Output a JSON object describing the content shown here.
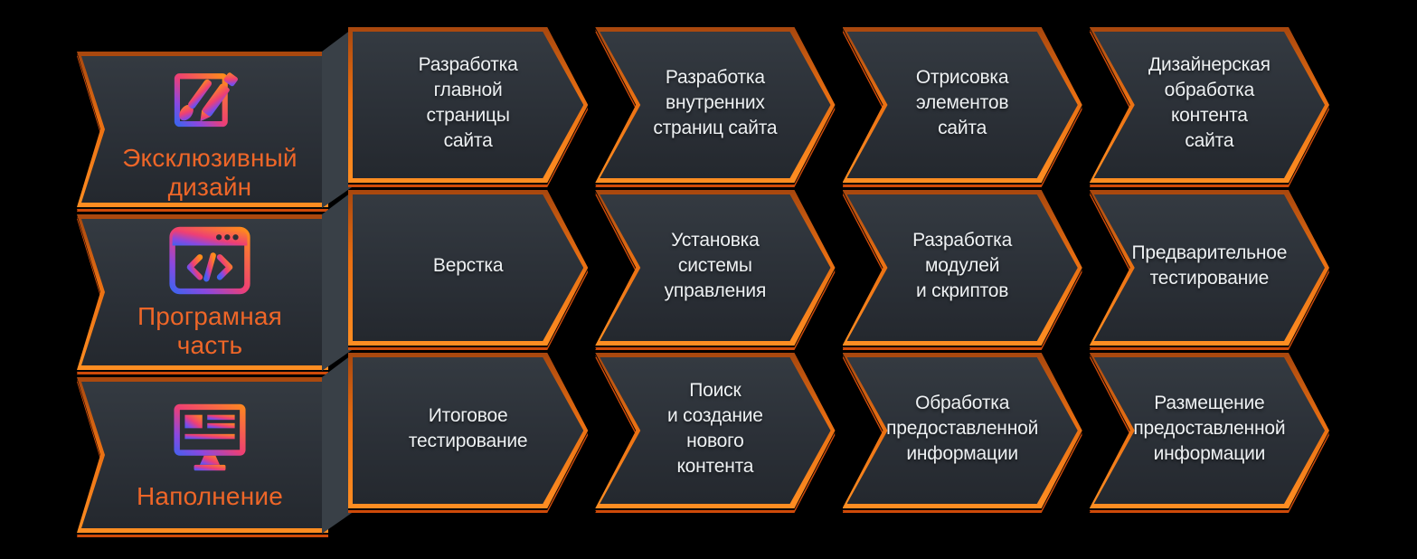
{
  "colors": {
    "background": "#000000",
    "shape_fill": "#2c3137",
    "border_orange": "#f47b1b",
    "border_lip": "#cf4a09",
    "category_text": "#ee6628",
    "step_text": "#eef1f3",
    "fold_gray": "#394047",
    "icon_gradient": [
      "#ff8c1a",
      "#ee3f74",
      "#8a48e0",
      "#3f63ee"
    ]
  },
  "rows": [
    {
      "category": {
        "label": "Эксклюзивный\nдизайн",
        "icon": "design-pen-brush-icon"
      },
      "steps": [
        {
          "label": "Разработка\nглавной\nстраницы\nсайта"
        },
        {
          "label": "Разработка\nвнутренних\nстраниц сайта"
        },
        {
          "label": "Отрисовка\nэлементов\nсайта"
        },
        {
          "label": "Дизайнерская\nобработка\nконтента\nсайта"
        }
      ]
    },
    {
      "category": {
        "label": "Програмная\nчасть",
        "icon": "code-window-icon"
      },
      "steps": [
        {
          "label": "Верстка"
        },
        {
          "label": "Установка\nсистемы\nуправления"
        },
        {
          "label": "Разработка\nмодулей\nи скриптов"
        },
        {
          "label": "Предварительное\nтестирование"
        }
      ]
    },
    {
      "category": {
        "label": "Наполнение",
        "icon": "content-monitor-icon"
      },
      "steps": [
        {
          "label": "Итоговое\nтестирование"
        },
        {
          "label": "Поиск\nи создание\nнового\nконтента"
        },
        {
          "label": "Обработка\nпредоставленной\nинформации"
        },
        {
          "label": "Размещение\nпредоставленной\nинформации"
        }
      ]
    }
  ]
}
